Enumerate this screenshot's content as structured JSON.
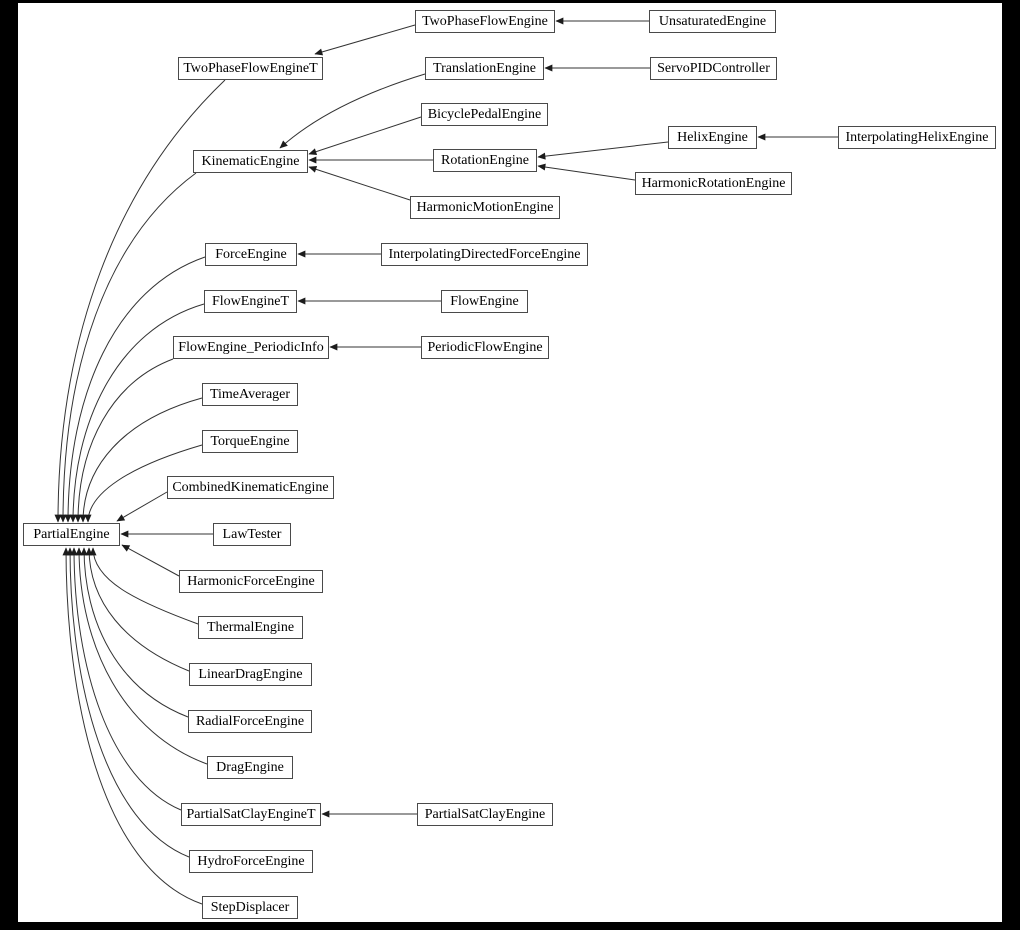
{
  "diagram": {
    "kind": "class-inheritance-graph",
    "colors": {
      "page_background": "#000000",
      "canvas_fill": "#ffffff",
      "node_fill": "#ffffff",
      "node_border": "#4a4a4a",
      "edge_stroke": "#333333",
      "text": "#000000"
    }
  },
  "nodes": {
    "TwoPhaseFlowEngine": {
      "label": "TwoPhaseFlowEngine"
    },
    "UnsaturatedEngine": {
      "label": "UnsaturatedEngine"
    },
    "TwoPhaseFlowEngineT": {
      "label": "TwoPhaseFlowEngineT"
    },
    "TranslationEngine": {
      "label": "TranslationEngine"
    },
    "ServoPIDController": {
      "label": "ServoPIDController"
    },
    "BicyclePedalEngine": {
      "label": "BicyclePedalEngine"
    },
    "HelixEngine": {
      "label": "HelixEngine"
    },
    "InterpolatingHelixEngine": {
      "label": "InterpolatingHelixEngine"
    },
    "KinematicEngine": {
      "label": "KinematicEngine"
    },
    "RotationEngine": {
      "label": "RotationEngine"
    },
    "HarmonicRotationEngine": {
      "label": "HarmonicRotationEngine"
    },
    "HarmonicMotionEngine": {
      "label": "HarmonicMotionEngine"
    },
    "ForceEngine": {
      "label": "ForceEngine"
    },
    "InterpolatingDirectedForceEngine": {
      "label": "InterpolatingDirectedForceEngine"
    },
    "FlowEngineT": {
      "label": "FlowEngineT"
    },
    "FlowEngine": {
      "label": "FlowEngine"
    },
    "FlowEngine_PeriodicInfo": {
      "label": "FlowEngine_PeriodicInfo"
    },
    "PeriodicFlowEngine": {
      "label": "PeriodicFlowEngine"
    },
    "TimeAverager": {
      "label": "TimeAverager"
    },
    "TorqueEngine": {
      "label": "TorqueEngine"
    },
    "CombinedKinematicEngine": {
      "label": "CombinedKinematicEngine"
    },
    "PartialEngine": {
      "label": "PartialEngine"
    },
    "LawTester": {
      "label": "LawTester"
    },
    "HarmonicForceEngine": {
      "label": "HarmonicForceEngine"
    },
    "ThermalEngine": {
      "label": "ThermalEngine"
    },
    "LinearDragEngine": {
      "label": "LinearDragEngine"
    },
    "RadialForceEngine": {
      "label": "RadialForceEngine"
    },
    "DragEngine": {
      "label": "DragEngine"
    },
    "PartialSatClayEngineT": {
      "label": "PartialSatClayEngineT"
    },
    "PartialSatClayEngine": {
      "label": "PartialSatClayEngine"
    },
    "HydroForceEngine": {
      "label": "HydroForceEngine"
    },
    "StepDisplacer": {
      "label": "StepDisplacer"
    }
  },
  "edges": [
    {
      "from": "UnsaturatedEngine",
      "to": "TwoPhaseFlowEngine"
    },
    {
      "from": "TwoPhaseFlowEngine",
      "to": "TwoPhaseFlowEngineT"
    },
    {
      "from": "ServoPIDController",
      "to": "TranslationEngine"
    },
    {
      "from": "TranslationEngine",
      "to": "KinematicEngine"
    },
    {
      "from": "BicyclePedalEngine",
      "to": "KinematicEngine"
    },
    {
      "from": "RotationEngine",
      "to": "KinematicEngine"
    },
    {
      "from": "HarmonicMotionEngine",
      "to": "KinematicEngine"
    },
    {
      "from": "InterpolatingHelixEngine",
      "to": "HelixEngine"
    },
    {
      "from": "HelixEngine",
      "to": "RotationEngine"
    },
    {
      "from": "HarmonicRotationEngine",
      "to": "RotationEngine"
    },
    {
      "from": "InterpolatingDirectedForceEngine",
      "to": "ForceEngine"
    },
    {
      "from": "FlowEngine",
      "to": "FlowEngineT"
    },
    {
      "from": "PeriodicFlowEngine",
      "to": "FlowEngine_PeriodicInfo"
    },
    {
      "from": "PartialSatClayEngine",
      "to": "PartialSatClayEngineT"
    },
    {
      "from": "TwoPhaseFlowEngineT",
      "to": "PartialEngine"
    },
    {
      "from": "KinematicEngine",
      "to": "PartialEngine"
    },
    {
      "from": "ForceEngine",
      "to": "PartialEngine"
    },
    {
      "from": "FlowEngineT",
      "to": "PartialEngine"
    },
    {
      "from": "FlowEngine_PeriodicInfo",
      "to": "PartialEngine"
    },
    {
      "from": "TimeAverager",
      "to": "PartialEngine"
    },
    {
      "from": "TorqueEngine",
      "to": "PartialEngine"
    },
    {
      "from": "CombinedKinematicEngine",
      "to": "PartialEngine"
    },
    {
      "from": "LawTester",
      "to": "PartialEngine"
    },
    {
      "from": "HarmonicForceEngine",
      "to": "PartialEngine"
    },
    {
      "from": "ThermalEngine",
      "to": "PartialEngine"
    },
    {
      "from": "LinearDragEngine",
      "to": "PartialEngine"
    },
    {
      "from": "RadialForceEngine",
      "to": "PartialEngine"
    },
    {
      "from": "DragEngine",
      "to": "PartialEngine"
    },
    {
      "from": "PartialSatClayEngineT",
      "to": "PartialEngine"
    },
    {
      "from": "HydroForceEngine",
      "to": "PartialEngine"
    },
    {
      "from": "StepDisplacer",
      "to": "PartialEngine"
    }
  ]
}
